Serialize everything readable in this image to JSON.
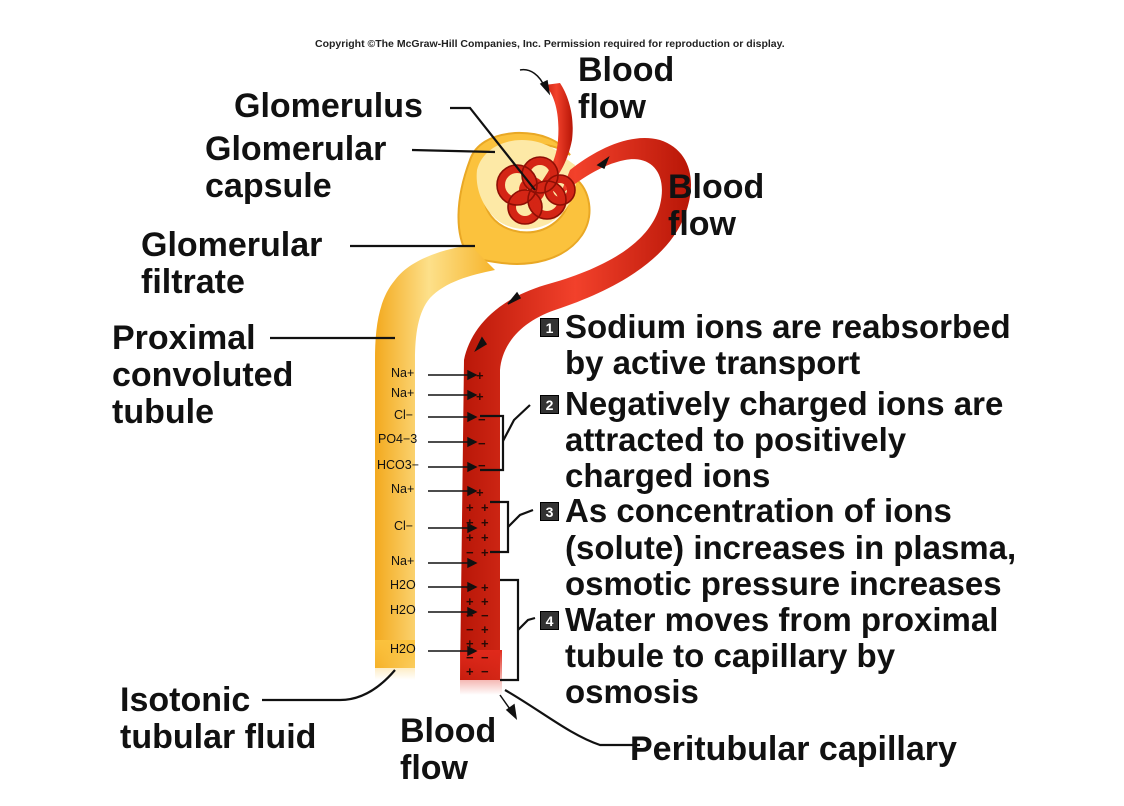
{
  "copyright": "Copyright ©The McGraw-Hill Companies, Inc. Permission required for reproduction or display.",
  "labels": {
    "glomerulus": "Glomerulus",
    "glomerular_capsule_1": "Glomerular",
    "glomerular_capsule_2": "capsule",
    "glomerular_filtrate_1": "Glomerular",
    "glomerular_filtrate_2": "filtrate",
    "proximal_1": "Proximal",
    "proximal_2": "convoluted",
    "proximal_3": "tubule",
    "isotonic_1": "Isotonic",
    "isotonic_2": "tubular fluid",
    "blood_flow_top_1": "Blood",
    "blood_flow_top_2": "flow",
    "blood_flow_mid_1": "Blood",
    "blood_flow_mid_2": "flow",
    "blood_flow_bottom_1": "Blood",
    "blood_flow_bottom_2": "flow",
    "peritubular": "Peritubular capillary"
  },
  "steps": [
    {
      "number": "1",
      "lines": [
        "Sodium ions are reabsorbed",
        "by active transport"
      ]
    },
    {
      "number": "2",
      "lines": [
        "Negatively charged ions are",
        "attracted to positively",
        "charged ions"
      ]
    },
    {
      "number": "3",
      "lines": [
        "As concentration of ions",
        "(solute) increases in plasma,",
        "osmotic pressure increases"
      ]
    },
    {
      "number": "4",
      "lines": [
        "Water moves from proximal",
        "tubule to capillary by",
        "osmosis"
      ]
    }
  ],
  "ions": {
    "na1": "Na+",
    "na2": "Na+",
    "cl1": "Cl−",
    "po4": "PO4−3",
    "hco3": "HCO3−",
    "na3": "Na+",
    "cl2": "Cl−",
    "na4": "Na+",
    "h2o1": "H2O",
    "h2o2": "H2O",
    "h2o3": "H2O"
  },
  "colors": {
    "tubule": "#fbc23d",
    "tubule_light": "#fde38a",
    "capillary": "#e0291b",
    "capillary_dark": "#b21408",
    "step_box": "#333333"
  }
}
